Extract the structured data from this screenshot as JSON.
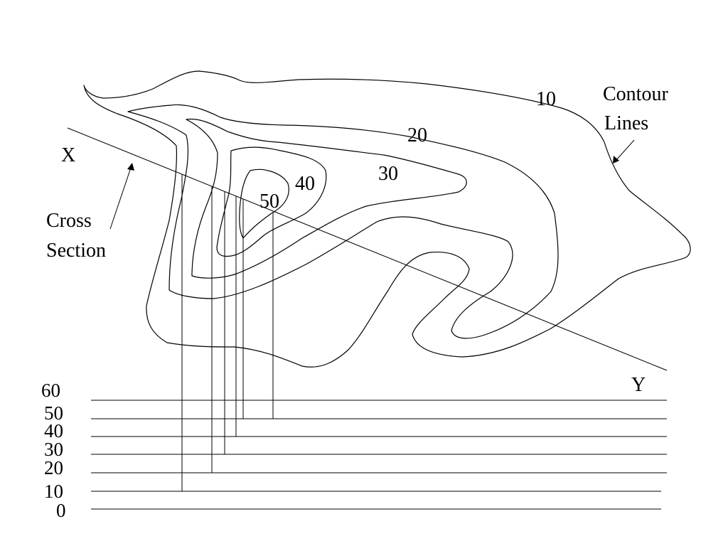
{
  "contour_labels": {
    "c10": "10",
    "c20": "20",
    "c30": "30",
    "c40": "40",
    "c50": "50"
  },
  "annotations": {
    "contour_lines_line1": "Contour",
    "contour_lines_line2": "Lines",
    "cross_section_line1": "Cross",
    "cross_section_line2": "Section",
    "point_x": "X",
    "point_y": "Y"
  },
  "profile_axis": {
    "labels": [
      "60",
      "50",
      "40",
      "30",
      "20",
      "10",
      "0"
    ]
  }
}
